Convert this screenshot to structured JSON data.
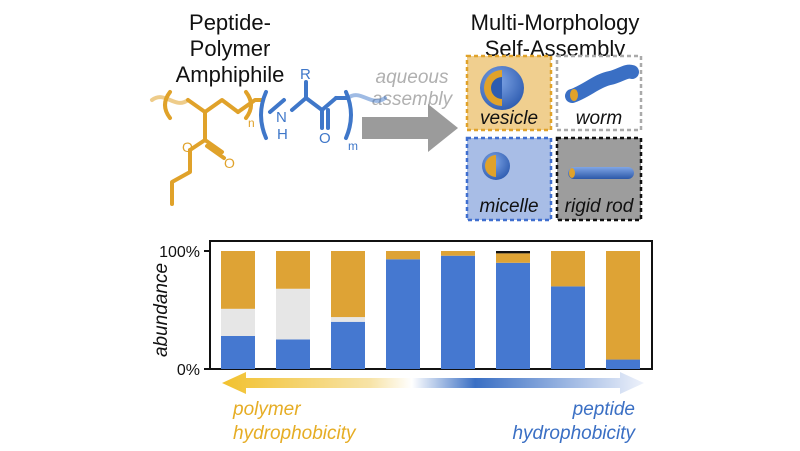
{
  "left_title": [
    "Peptide-Polymer",
    "Amphiphile"
  ],
  "right_title": [
    "Multi-Morphology",
    "Self-Assembly"
  ],
  "arrow_label": [
    "aqueous",
    "assembly"
  ],
  "chem_labels": {
    "r_group": "R",
    "n_sub": "n",
    "nh": "N",
    "h": "H",
    "o": "O",
    "m_sub": "m"
  },
  "morphologies": [
    {
      "label": "vesicle",
      "key": "vesicle",
      "fill": "#f0cf8f",
      "border": "#e0a22a"
    },
    {
      "label": "worm",
      "key": "worm",
      "fill": "#ffffff",
      "border": "#aaaaaa"
    },
    {
      "label": "micelle",
      "key": "micelle",
      "fill": "#a8bde6",
      "border": "#3f6fcf"
    },
    {
      "label": "rigid rod",
      "key": "rod",
      "fill": "#9d9d9d",
      "border": "#111111"
    }
  ],
  "chart_data": {
    "type": "bar",
    "stacked": true,
    "ylabel": "abundance",
    "y_ticks": [
      "100%",
      "0%"
    ],
    "ylim": [
      0,
      100
    ],
    "series_order": [
      "micelle",
      "worm",
      "vesicle",
      "rigid rod"
    ],
    "colors": {
      "micelle": "#4578d0",
      "worm": "#e6e6e6",
      "vesicle": "#dea335",
      "rigid rod": "#111111"
    },
    "bars": [
      {
        "micelle": 28,
        "worm": 23,
        "vesicle": 49,
        "rigid rod": 0
      },
      {
        "micelle": 25,
        "worm": 43,
        "vesicle": 32,
        "rigid rod": 0
      },
      {
        "micelle": 40,
        "worm": 4,
        "vesicle": 56,
        "rigid rod": 0
      },
      {
        "micelle": 93,
        "worm": 0,
        "vesicle": 7,
        "rigid rod": 0
      },
      {
        "micelle": 96,
        "worm": 0,
        "vesicle": 4,
        "rigid rod": 0
      },
      {
        "micelle": 90,
        "worm": 0,
        "vesicle": 8,
        "rigid rod": 2
      },
      {
        "micelle": 70,
        "worm": 0,
        "vesicle": 30,
        "rigid rod": 0
      },
      {
        "micelle": 8,
        "worm": 0,
        "vesicle": 92,
        "rigid rod": 0
      }
    ]
  },
  "gradient_arrow": {
    "left_label": [
      "polymer",
      "hydrophobicity"
    ],
    "right_label": [
      "peptide",
      "hydrophobicity"
    ],
    "left_color": "#f2c12e",
    "right_color": "#3a6fc4"
  },
  "colors": {
    "polymer": "#e0a22a",
    "peptide": "#3f77c9",
    "arrow": "#9b9b9b"
  }
}
